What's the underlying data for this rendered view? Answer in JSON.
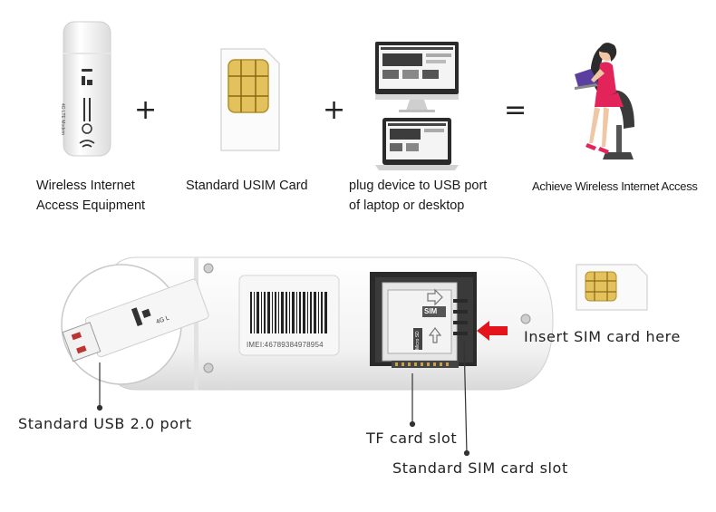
{
  "top": {
    "modem": {
      "label_line1": "Wireless Internet",
      "label_line2": "Access Equipment",
      "print": [
        "4G LTE Modem"
      ]
    },
    "plus1": "+",
    "sim": {
      "label": "Standard USIM Card"
    },
    "plus2": "+",
    "devices": {
      "label_line1": "plug device to USB port",
      "label_line2": "of laptop or desktop"
    },
    "equals": "=",
    "woman": {
      "label": "Achieve Wireless Internet Access"
    }
  },
  "bottom": {
    "sticker_imei": "IMEI:46789384978954",
    "sim_chip_text": "SIM",
    "tf_chip_text": "Micro SD",
    "usb_print": "4G L",
    "insert_label": "Insert SIM card here",
    "usb_label": "Standard USB 2.0 port",
    "tf_label": "TF card slot",
    "sim_slot_label": "Standard SIM card slot",
    "arrow_color": "#e3141b"
  }
}
